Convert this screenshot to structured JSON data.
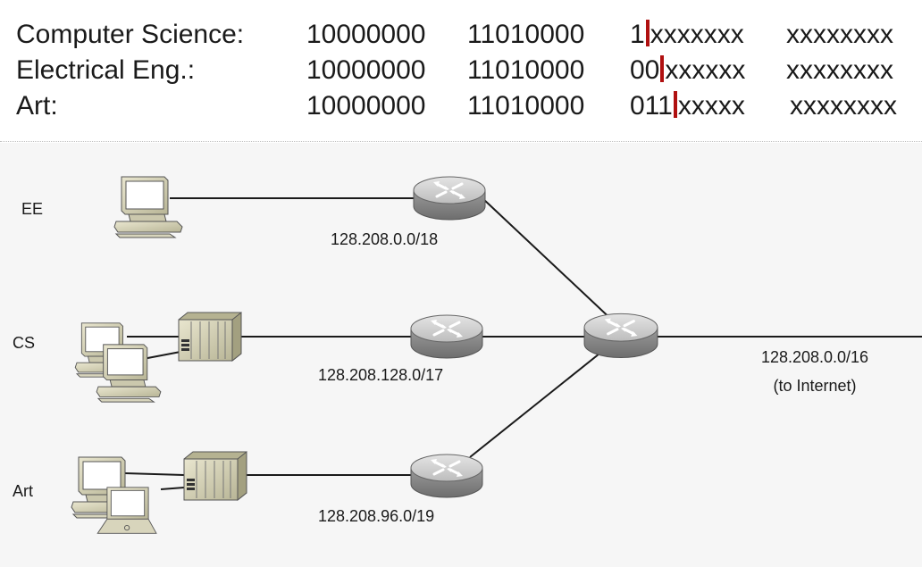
{
  "table": {
    "rows": [
      {
        "label": "Computer Science:",
        "octet1": "10000000",
        "octet2": "11010000",
        "prefix": "1",
        "suffix": "xxxxxxx",
        "octet4": "xxxxxxxx"
      },
      {
        "label": "Electrical Eng.:",
        "octet1": "10000000",
        "octet2": "11010000",
        "prefix": "00",
        "suffix": "xxxxxx",
        "octet4": "xxxxxxxx"
      },
      {
        "label": "Art:",
        "octet1": "10000000",
        "octet2": "11010000",
        "prefix": "011",
        "suffix": "xxxxx",
        "octet4": "xxxxxxxx"
      }
    ],
    "divider_color": "#b01010"
  },
  "diagram": {
    "departments": {
      "ee": "EE",
      "cs": "CS",
      "art": "Art"
    },
    "subnets": {
      "ee": "128.208.0.0/18",
      "cs": "128.208.128.0/17",
      "art": "128.208.96.0/19"
    },
    "uplink": {
      "address": "128.208.0.0/16",
      "note": "(to Internet)"
    }
  }
}
